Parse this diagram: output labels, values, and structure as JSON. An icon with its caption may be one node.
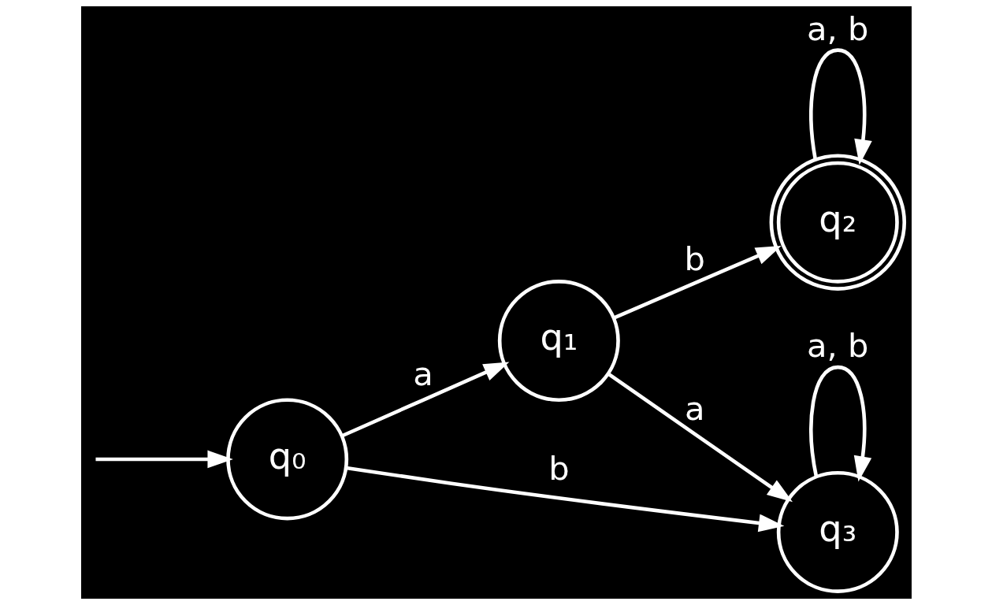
{
  "diagram": {
    "nodes": [
      {
        "text": [
          "q₀"
        ]
      },
      {
        "text": [
          "q₁"
        ]
      },
      {
        "text": [
          "q₂"
        ]
      },
      {
        "text": [
          "q₃"
        ]
      }
    ],
    "edges": [
      {
        "from": null,
        "to": 0,
        "arrow": "to"
      },
      {
        "from": 0,
        "to": 1,
        "arrow": "to",
        "label": "a"
      },
      {
        "from": 1,
        "to": 2,
        "arrow": "to",
        "label": "b"
      },
      {
        "from": 2,
        "to": 2,
        "arrow": "to",
        "label": "a, b"
      },
      {
        "from": 0,
        "to": 3,
        "arrow": "to",
        "label": "b"
      },
      {
        "from": 1,
        "to": 3,
        "arrow": "to",
        "label": "a"
      },
      {
        "from": 3,
        "to": 3,
        "arrow": "to",
        "label": "a, b"
      }
    ]
  }
}
